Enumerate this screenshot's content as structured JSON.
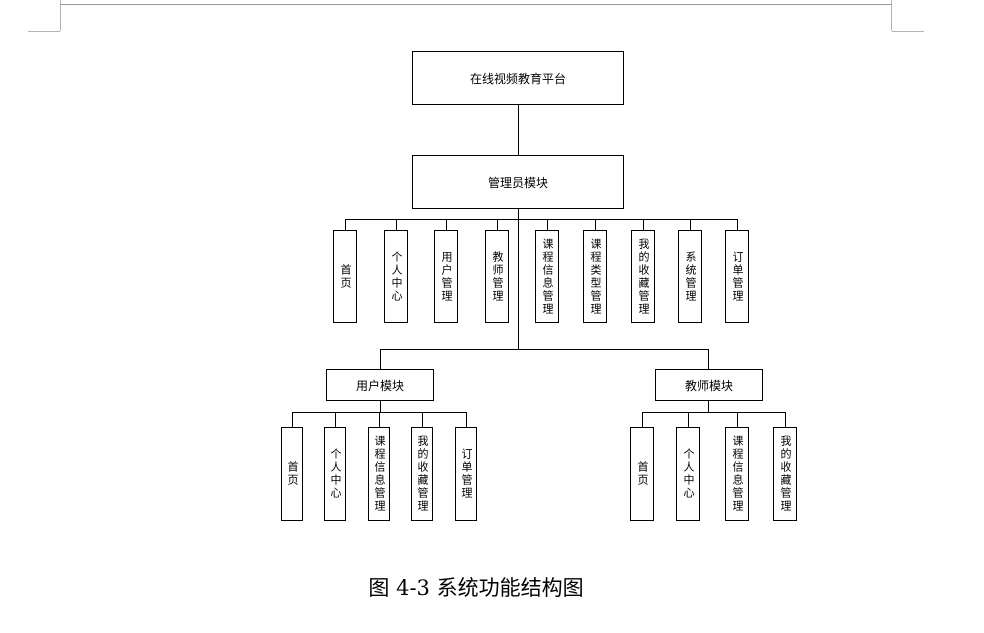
{
  "diagram": {
    "root": "在线视频教育平台",
    "admin": {
      "label": "管理员模块",
      "children": [
        "首页",
        "个人中心",
        "用户管理",
        "教师管理",
        "课程信息管理",
        "课程类型管理",
        "我的收藏管理",
        "系统管理",
        "订单管理"
      ]
    },
    "user": {
      "label": "用户模块",
      "children": [
        "首页",
        "个人中心",
        "课程信息管理",
        "我的收藏管理",
        "订单管理"
      ]
    },
    "teacher": {
      "label": "教师模块",
      "children": [
        "首页",
        "个人中心",
        "课程信息管理",
        "我的收藏管理"
      ]
    },
    "caption": "图 4-3 系统功能结构图"
  }
}
